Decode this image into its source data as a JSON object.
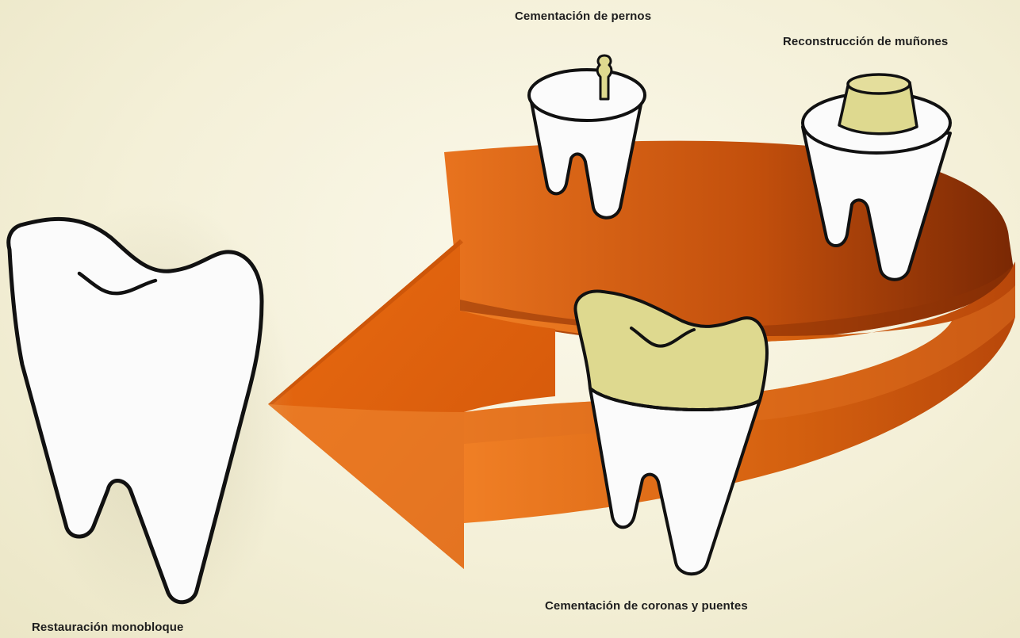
{
  "labels": {
    "cementacion_pernos": "Cementación de pernos",
    "reconstruccion_munones": "Reconstrucción de muñones",
    "cementacion_coronas": "Cementación de coronas y puentes",
    "restauracion_monobloque": "Restauración monobloque"
  },
  "colors": {
    "background": "#f4f0d8",
    "arrow_light": "#ee7a22",
    "arrow_dark": "#a33a06",
    "tooth_fill": "#fbfbfb",
    "tooth_outline": "#111111",
    "restoration_fill": "#ded98f"
  }
}
